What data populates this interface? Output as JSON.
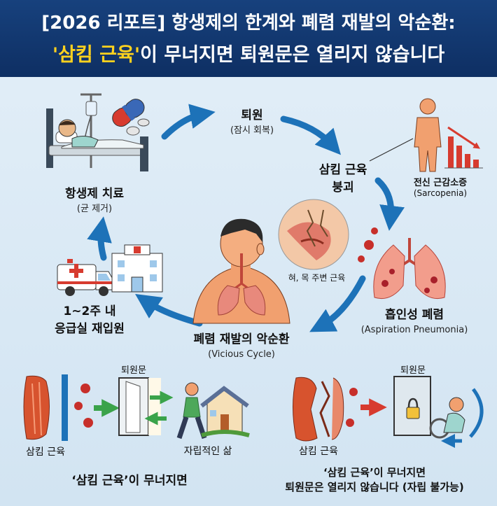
{
  "header": {
    "line1": "[2026 리포트] 항생제의 한계와 폐렴 재발의 악순환:",
    "line2_highlight": "'삼킴 근육'",
    "line2_rest": "이 무너지면 퇴원문은 열리지 않습니다"
  },
  "cycle": {
    "discharge": {
      "title": "퇴원",
      "sub": "(잠시 회복)"
    },
    "collapse": {
      "title_line1": "삼킴 근육",
      "title_line2": "붕괴"
    },
    "sarcopenia": {
      "title": "전신 근감소증",
      "sub": "(Sarcopenia)"
    },
    "throat_caption": "혀, 목 주변 근육",
    "pneumonia": {
      "title": "흡인성 폐렴",
      "sub": "(Aspiration Pneumonia)"
    },
    "vicious": {
      "title": "폐렴 재발의 악순환",
      "sub": "(Vicious Cycle)"
    },
    "readmit": {
      "line1": "1~2주 내",
      "line2": "응급실 재입원"
    },
    "antibiotic": {
      "title": "항생제 치료",
      "sub": "(균 제거)"
    }
  },
  "bottom_left": {
    "door_label": "퇴원문",
    "muscle_label": "삼킴 근육",
    "life_label": "자립적인 삶",
    "caption": "‘삼킴 근육’이 무너지면"
  },
  "bottom_right": {
    "door_label": "퇴원문",
    "muscle_label": "삼킴 근육",
    "caption_line1": "‘삼킴 근육’이 무너지면",
    "caption_line2": "퇴원문은 열리지 않습니다 (자립 불가능)"
  },
  "colors": {
    "header_bg": "#0e2f63",
    "highlight": "#ffd21e",
    "arrow": "#1d72b8",
    "green": "#3aa34a",
    "red": "#d73b2f"
  }
}
